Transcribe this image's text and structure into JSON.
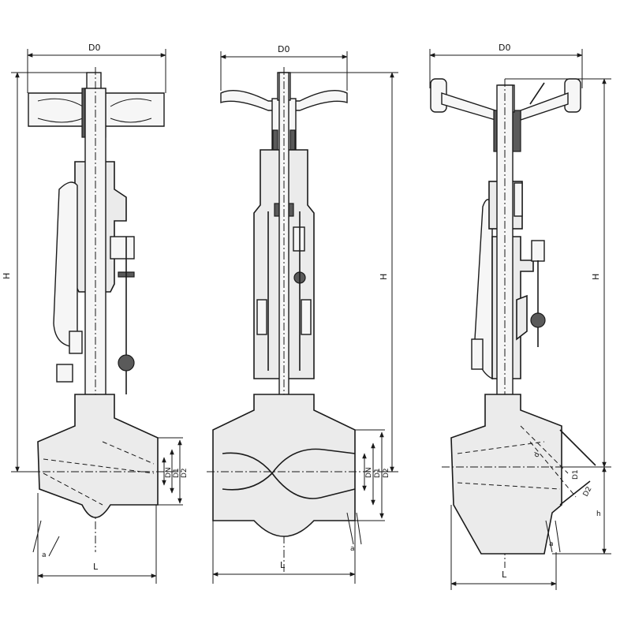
{
  "views": [
    {
      "id": "view-left",
      "labels": {
        "top": "D0",
        "height": "H",
        "length": "L",
        "bore": "DN",
        "d1": "D1",
        "d2": "D2",
        "angle": "a"
      }
    },
    {
      "id": "view-middle",
      "labels": {
        "top": "D0",
        "height": "H",
        "length": "L",
        "bore": "DN",
        "d1": "D1",
        "d2": "D2",
        "angle": "a"
      }
    },
    {
      "id": "view-right",
      "labels": {
        "top": "D0",
        "height": "H",
        "length": "L",
        "bore": "D1",
        "d2": "D2",
        "side": "h",
        "pipe": "d",
        "angle": "a"
      }
    }
  ],
  "colors": {
    "line": "#1a1a1a",
    "fill": "#ebebeb",
    "background": "#ffffff"
  }
}
